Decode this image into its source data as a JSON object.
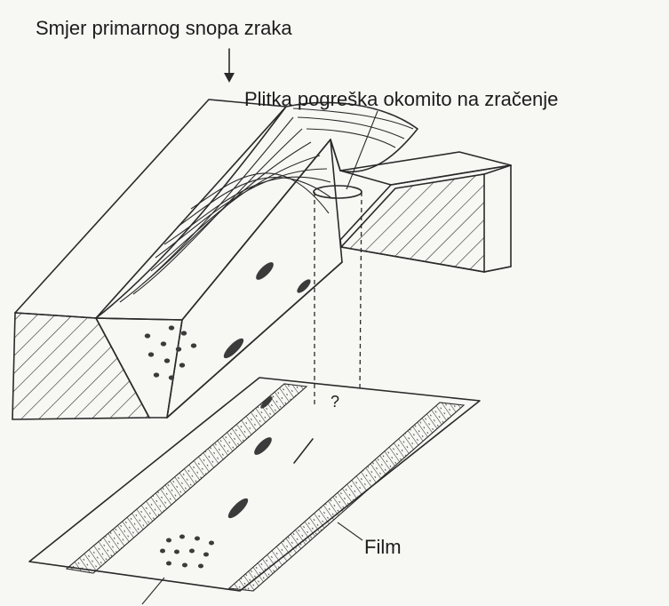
{
  "labels": {
    "beam_direction": "Smjer primarnog snopa zraka",
    "shallow_defect": "Plitka pogreška okomito na zračenje",
    "film": "Film",
    "question_mark": "?"
  },
  "colors": {
    "ink": "#2a2a2a",
    "paper": "#f7f7f4"
  }
}
